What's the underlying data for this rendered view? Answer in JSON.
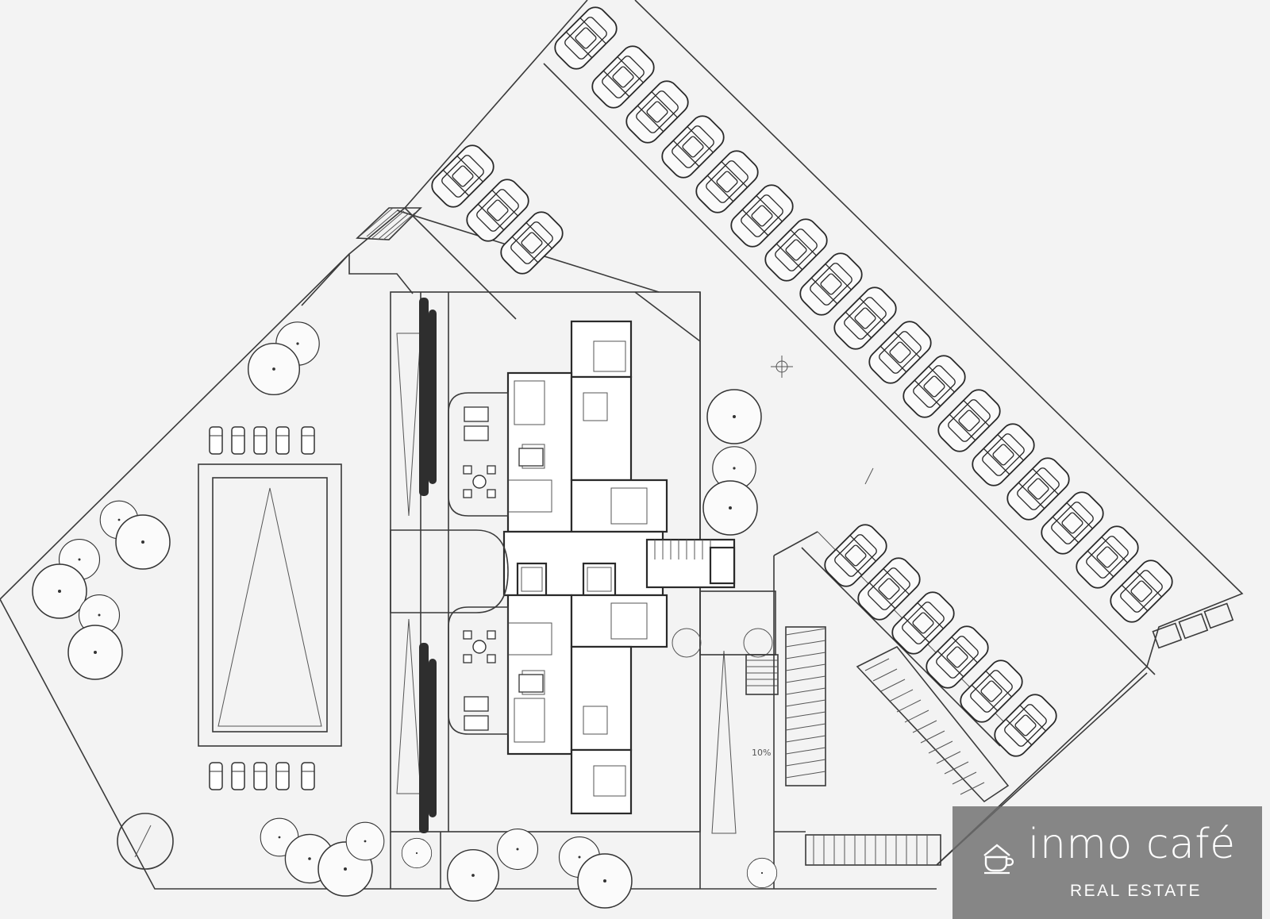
{
  "plan": {
    "slope_label": "10%",
    "background_color": "#f3f3f3",
    "line_color": "#2a2a2a"
  },
  "logo": {
    "brand": "inmo café",
    "tagline": "REAL ESTATE",
    "icon": "house-cup-icon",
    "box_color": "#6e6e6e"
  }
}
